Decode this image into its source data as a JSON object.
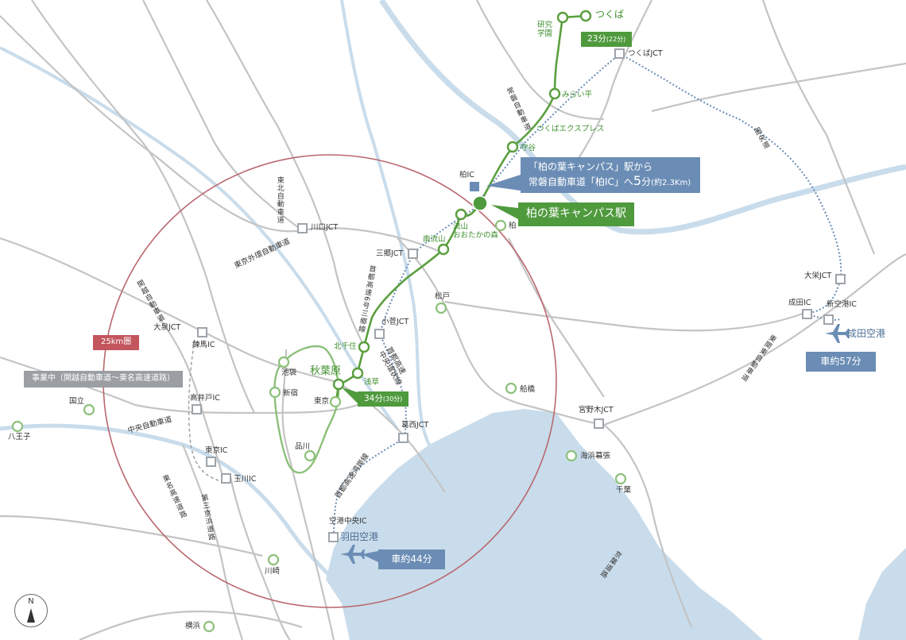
{
  "colors": {
    "water": "#c9dceb",
    "road": "#c4c4c4",
    "road_outline": "#a9a9a9",
    "express_line": "#6b8db5",
    "tsukuba_express": "#5a9f3f",
    "yamanote": "#8cc07a",
    "circle": "#b9676e",
    "label_box_green": "#4f9a3d",
    "label_box_blue": "#6b8db5",
    "label_box_red": "#c2555d",
    "label_box_grey": "#9b9ea2"
  },
  "tx_stations": {
    "tsukuba": "つくば",
    "kenkyu_gakuen": "研究\n学園",
    "miraidaira": "みらい平",
    "moriya": "守谷",
    "kashiwanoha": "柏の葉キャンパス駅",
    "nagareyama_otakanomori": "流山\nおおたかの森",
    "minami_nagareyama": "南流山",
    "kitasenju": "北千住",
    "akihabara": "秋葉原",
    "asakusa": "浅草",
    "line_name": "つくばエクスプレス"
  },
  "stations": {
    "kashiwa": "柏",
    "matsudo": "松戸",
    "ikebukuro": "池袋",
    "shinjuku": "新宿",
    "tokyo": "東京",
    "shinagawa": "品川",
    "funabashi": "船橋",
    "kaihin_makuhari": "海浜幕張",
    "chiba": "千葉",
    "kunitachi": "国立",
    "hachioji": "八王子",
    "kawasaki": "川崎",
    "yokohama": "横浜",
    "kuko_chuo": "空港中央IC"
  },
  "junctions": {
    "tsukuba_jct": "つくばJCT",
    "kashiwa_ic": "柏IC",
    "misato_jct": "三郷JCT",
    "kawaguchi_jct": "川口JCT",
    "kosuge_jct": "小菅JCT",
    "oizumi_jct": "大泉JCT",
    "nerima_ic": "練馬IC",
    "takaido_ic": "高井戸IC",
    "tokyo_ic": "東京IC",
    "tamagawa_ic": "玉川IC",
    "kasai_jct": "葛西JCT",
    "miyanogi_jct": "宮野木JCT",
    "oei_jct": "大栄JCT",
    "narita_ic": "成田IC",
    "shinkuko_ic": "新空港IC"
  },
  "roads": {
    "joban_expressway": "常磐自動車道",
    "ken_o_do": "圏央道",
    "tohoku_expressway": "東北自動車道",
    "gaikan": "東京外環自動車道",
    "kanetsu": "関越自動車道",
    "chuo_expressway": "中央自動車道",
    "shuto_6": "首都高速6号三郷線",
    "shuto_chuo_kanjo": "首都高速\n中央環状線",
    "shuto_wangan": "首都高速湾岸線",
    "tomei": "東名高速道路",
    "daisan_keihin": "第三京浜道路",
    "higashi_kanto": "東関東自動車道",
    "keiyo": "京葉道路"
  },
  "airports": {
    "haneda": "羽田空港",
    "narita": "成田空港"
  },
  "callouts": {
    "tsukuba_time": "23分",
    "tsukuba_time_sub": "(22分)",
    "akihabara_time": "34分",
    "akihabara_time_sub": "(30分)",
    "kashiwa_ic_line1": "「柏の葉キャンパス」駅から",
    "kashiwa_ic_line2_a": "常磐自動車道「柏IC」へ",
    "kashiwa_ic_line2_b": "5",
    "kashiwa_ic_line2_c": "分",
    "kashiwa_ic_line2_d": "(約2.3Km)",
    "station_name": "柏の葉キャンパス駅",
    "radius": "25km圏",
    "under_construction": "事業中（関越自動車道〜東名高速道路）",
    "haneda_time": "車約44分",
    "narita_time": "車約57分"
  },
  "compass": {
    "label": "N"
  }
}
